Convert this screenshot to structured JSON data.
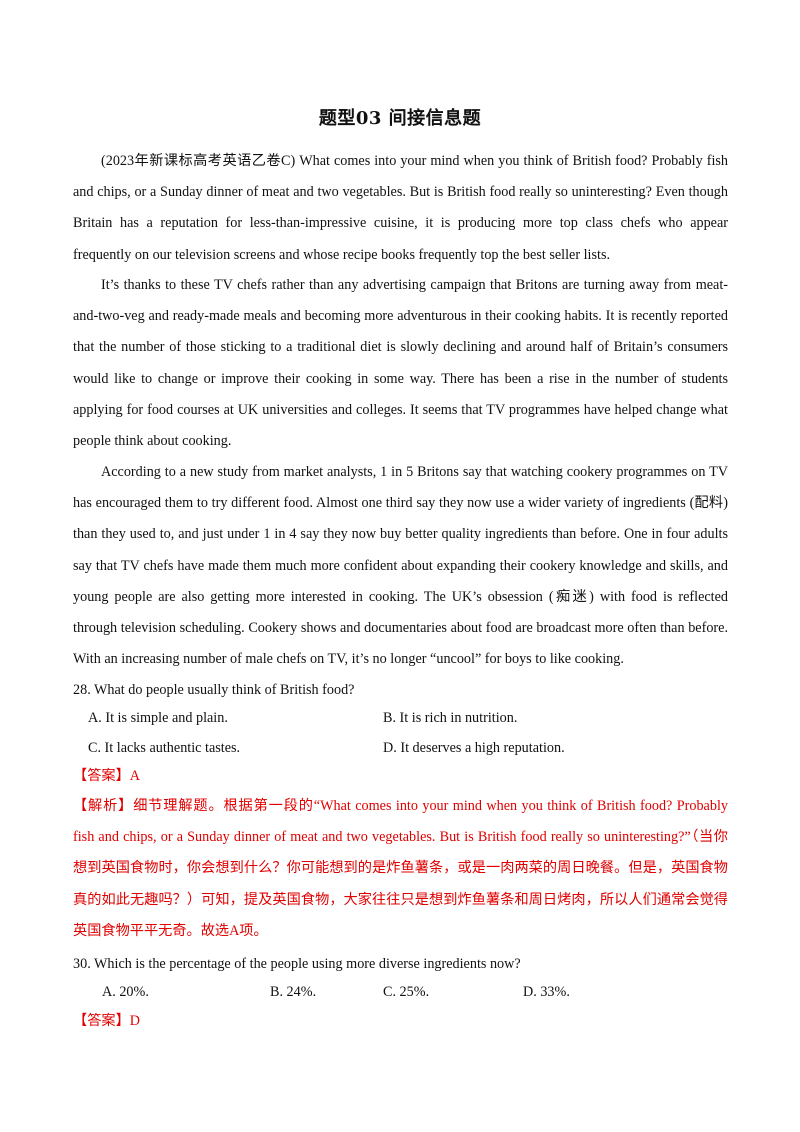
{
  "title": "题型03  间接信息题",
  "passage": [
    "(2023年新课标高考英语乙卷C)  What comes into your mind when you think of British food? Probably fish and chips, or a Sunday dinner of meat and  two vegetables. But is British food really so uninteresting? Even though Britain has a reputation for less-than-impressive cuisine, it is producing more top class chefs who appear frequently on our television screens and whose recipe books frequently top the best seller lists.",
    "It’s thanks to these TV chefs rather than any advertising campaign that Britons are turning away from meat-and-two-veg and ready-made meals and becoming more adventurous in their cooking habits. It is recently reported that the number of those sticking to a traditional diet is slowly declining and around half of Britain’s consumers would like to change or improve their cooking in some way. There has been a rise in the number of students applying for food courses at UK universities and colleges. It seems that TV programmes have helped change what people think about cooking.",
    "According to a new study from market analysts, 1 in 5 Britons say that watching cookery programmes on TV has encouraged them to try different food. Almost one third say they now use a wider variety of ingredients (配料) than they used to, and just under 1 in 4 say they now buy better quality ingredients than before. One in four adults say that TV chefs have made them much more confident about expanding their cookery knowledge and skills, and young people are also getting more interested in cooking. The UK’s obsession (痴迷) with food is reflected through television scheduling. Cookery shows and documentaries about food are broadcast more often than before. With an increasing number of male chefs on TV, it’s no longer “uncool” for boys to like cooking."
  ],
  "q28": {
    "stem": "28. What do people usually think of British food?",
    "options": [
      "A. It is simple and plain.",
      "B. It is rich in nutrition.",
      "C. It lacks authentic tastes.",
      "D. It deserves a high reputation."
    ],
    "answer_tag": "【答案】",
    "answer": "A",
    "explain_tag": "【解析】",
    "explain": "细节理解题。根据第一段的“What comes into your mind when you think of British food? Probably fish and chips, or a Sunday dinner of meat and two vegetables. But is British food really so uninteresting?”（当你想到英国食物时，你会想到什么？你可能想到的是炸鱼薯条，或是一肉两菜的周日晚餐。但是，英国食物真的如此无趣吗？）可知，提及英国食物，大家往往只是想到炸鱼薯条和周日烤肉，所以人们通常会觉得英国食物平平无奇。故选A项。"
  },
  "q30": {
    "stem": "30. Which is the percentage of the people using more diverse ingredients now?",
    "options": [
      "A. 20%.",
      "B. 24%.",
      "C. 25%.",
      "D. 33%."
    ],
    "answer_tag": "【答案】",
    "answer": "D"
  }
}
